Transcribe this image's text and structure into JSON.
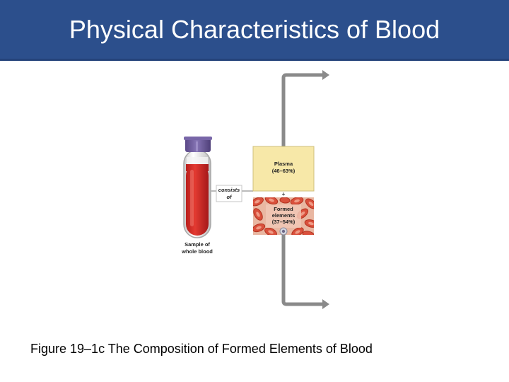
{
  "slide": {
    "title": "Physical Characteristics of Blood",
    "caption": "Figure 19–1c The Composition of Formed Elements of Blood"
  },
  "diagram": {
    "tube_label_line1": "Sample of",
    "tube_label_line2": "whole blood",
    "connector_line1": "consists",
    "connector_line2": "of",
    "plasma_line1": "Plasma",
    "plasma_line2": "(46–63%)",
    "plus_sign": "+",
    "formed_line1": "Formed",
    "formed_line2": "elements",
    "formed_line3": "(37–54%)"
  },
  "colors": {
    "title_bar": "#2c4f8c",
    "plasma": "#f7e8a8",
    "blood": "#d8312a",
    "cells_background": "#e9b7a2",
    "cap": "#6f5c9f",
    "arrow": "#8a8a8a"
  }
}
